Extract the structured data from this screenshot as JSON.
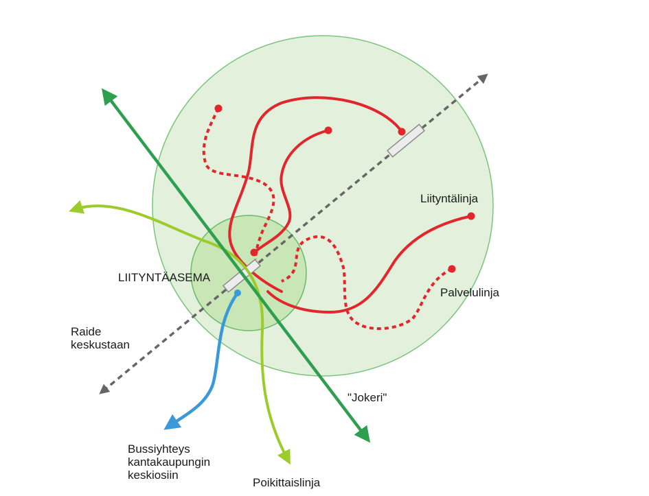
{
  "labels": {
    "liityntalinja": "Liityntälinja",
    "palvelulinja": "Palvelulinja",
    "liityntaasema": "LIITYNTÄASEMA",
    "raide_line1": "Raide",
    "raide_line2": "keskustaan",
    "jokeri": "\"Jokeri\"",
    "bussi_line1": "Bussiyhteys",
    "bussi_line2": "kantakaupungin",
    "bussi_line3": "keskiosiin",
    "poikittaislinja": "Poikittaislinja"
  },
  "colors": {
    "outer_zone_fill": "#e2f0dc",
    "outer_zone_stroke": "#7cc47c",
    "inner_zone_fill": "#c9e6b6",
    "inner_zone_stroke": "#6aba6a",
    "rail": "#666666",
    "jokeri": "#2e9e4f",
    "poikittaislinja": "#9ccb2c",
    "bussiyhteys": "#3a9ad9",
    "feeder_red": "#e1262c",
    "station_fill": "#ececec",
    "station_stroke": "#8a8a8a"
  }
}
